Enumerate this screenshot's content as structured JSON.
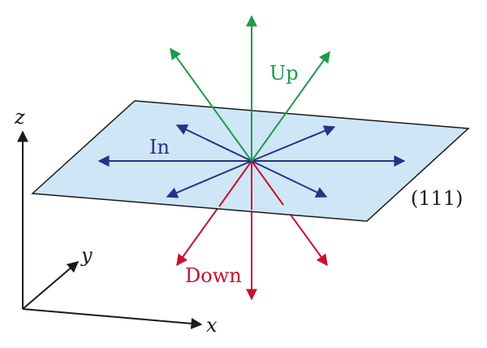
{
  "diagram": {
    "labels": {
      "up": "Up",
      "in": "In",
      "down": "Down",
      "plane": "(111)",
      "axis_x": "x",
      "axis_y": "y",
      "axis_z": "z"
    },
    "colors": {
      "up": "#1f9a4a",
      "in": "#2b2f86",
      "down": "#c8102e",
      "plane_fill": "#cfe6f6",
      "plane_stroke": "#1a1a1a",
      "axes": "#1a1a1a"
    }
  }
}
